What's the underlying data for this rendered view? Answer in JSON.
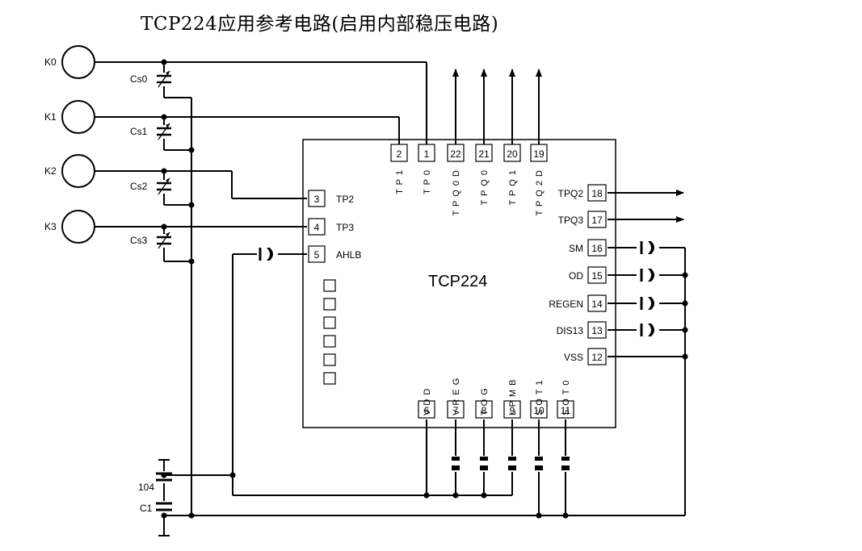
{
  "title": "TCP224应用参考电路(启用内部稳压电路)",
  "chip": {
    "name": "TCP224"
  },
  "keys": [
    {
      "label": "K0",
      "cap": "Cs0"
    },
    {
      "label": "K1",
      "cap": "Cs1"
    },
    {
      "label": "K2",
      "cap": "Cs2"
    },
    {
      "label": "K3",
      "cap": "Cs3"
    }
  ],
  "top_pins": [
    {
      "num": "2",
      "label": "T P 1"
    },
    {
      "num": "1",
      "label": "T P 0"
    },
    {
      "num": "22",
      "label": "T P Q 0 D"
    },
    {
      "num": "21",
      "label": "T P Q 0"
    },
    {
      "num": "20",
      "label": "T P Q 1"
    },
    {
      "num": "19",
      "label": "T P Q 2 D"
    }
  ],
  "left_pins": [
    {
      "num": "3",
      "label": "TP2"
    },
    {
      "num": "4",
      "label": "TP3"
    },
    {
      "num": "5",
      "label": "AHLB"
    }
  ],
  "right_pins": [
    {
      "num": "18",
      "label": "TPQ2"
    },
    {
      "num": "17",
      "label": "TPQ3"
    },
    {
      "num": "16",
      "label": "SM"
    },
    {
      "num": "15",
      "label": "OD"
    },
    {
      "num": "14",
      "label": "REGEN"
    },
    {
      "num": "13",
      "label": "DIS13"
    },
    {
      "num": "12",
      "label": "VSS"
    }
  ],
  "bottom_pins": [
    {
      "num": "6",
      "label": "V D D"
    },
    {
      "num": "7",
      "label": "V R E G"
    },
    {
      "num": "8",
      "label": "T O G"
    },
    {
      "num": "9",
      "label": "L P M B"
    },
    {
      "num": "10",
      "label": "S O T 1"
    },
    {
      "num": "11",
      "label": "S O T 0"
    }
  ],
  "supply_caps": [
    {
      "label": "104"
    },
    {
      "label": "C1"
    }
  ]
}
